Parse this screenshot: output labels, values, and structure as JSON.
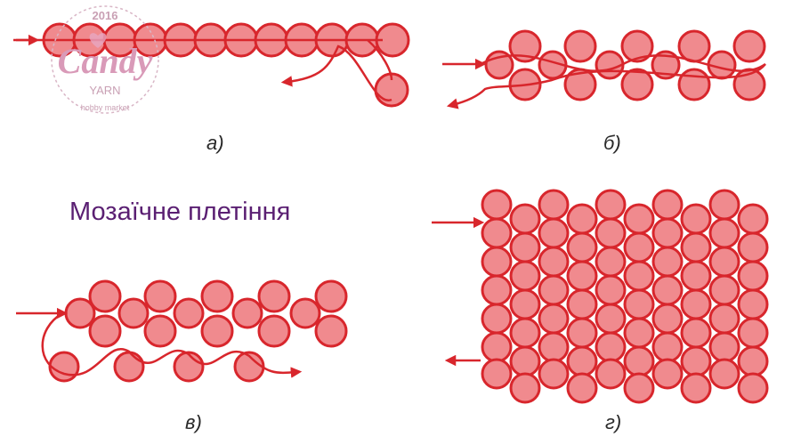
{
  "title": "Мозаїчне плетіння",
  "captions": {
    "a": "а)",
    "b": "б)",
    "v": "в)",
    "g": "г)"
  },
  "logo": {
    "year": "2016",
    "brand": "Candy",
    "sub": "YARN",
    "tagline": "hobby market"
  },
  "colors": {
    "bead_fill": "#f08a8e",
    "bead_stroke": "#d8262c",
    "thread": "#d8262c",
    "title": "#5a1f72",
    "logo": "#c9a0b4"
  }
}
